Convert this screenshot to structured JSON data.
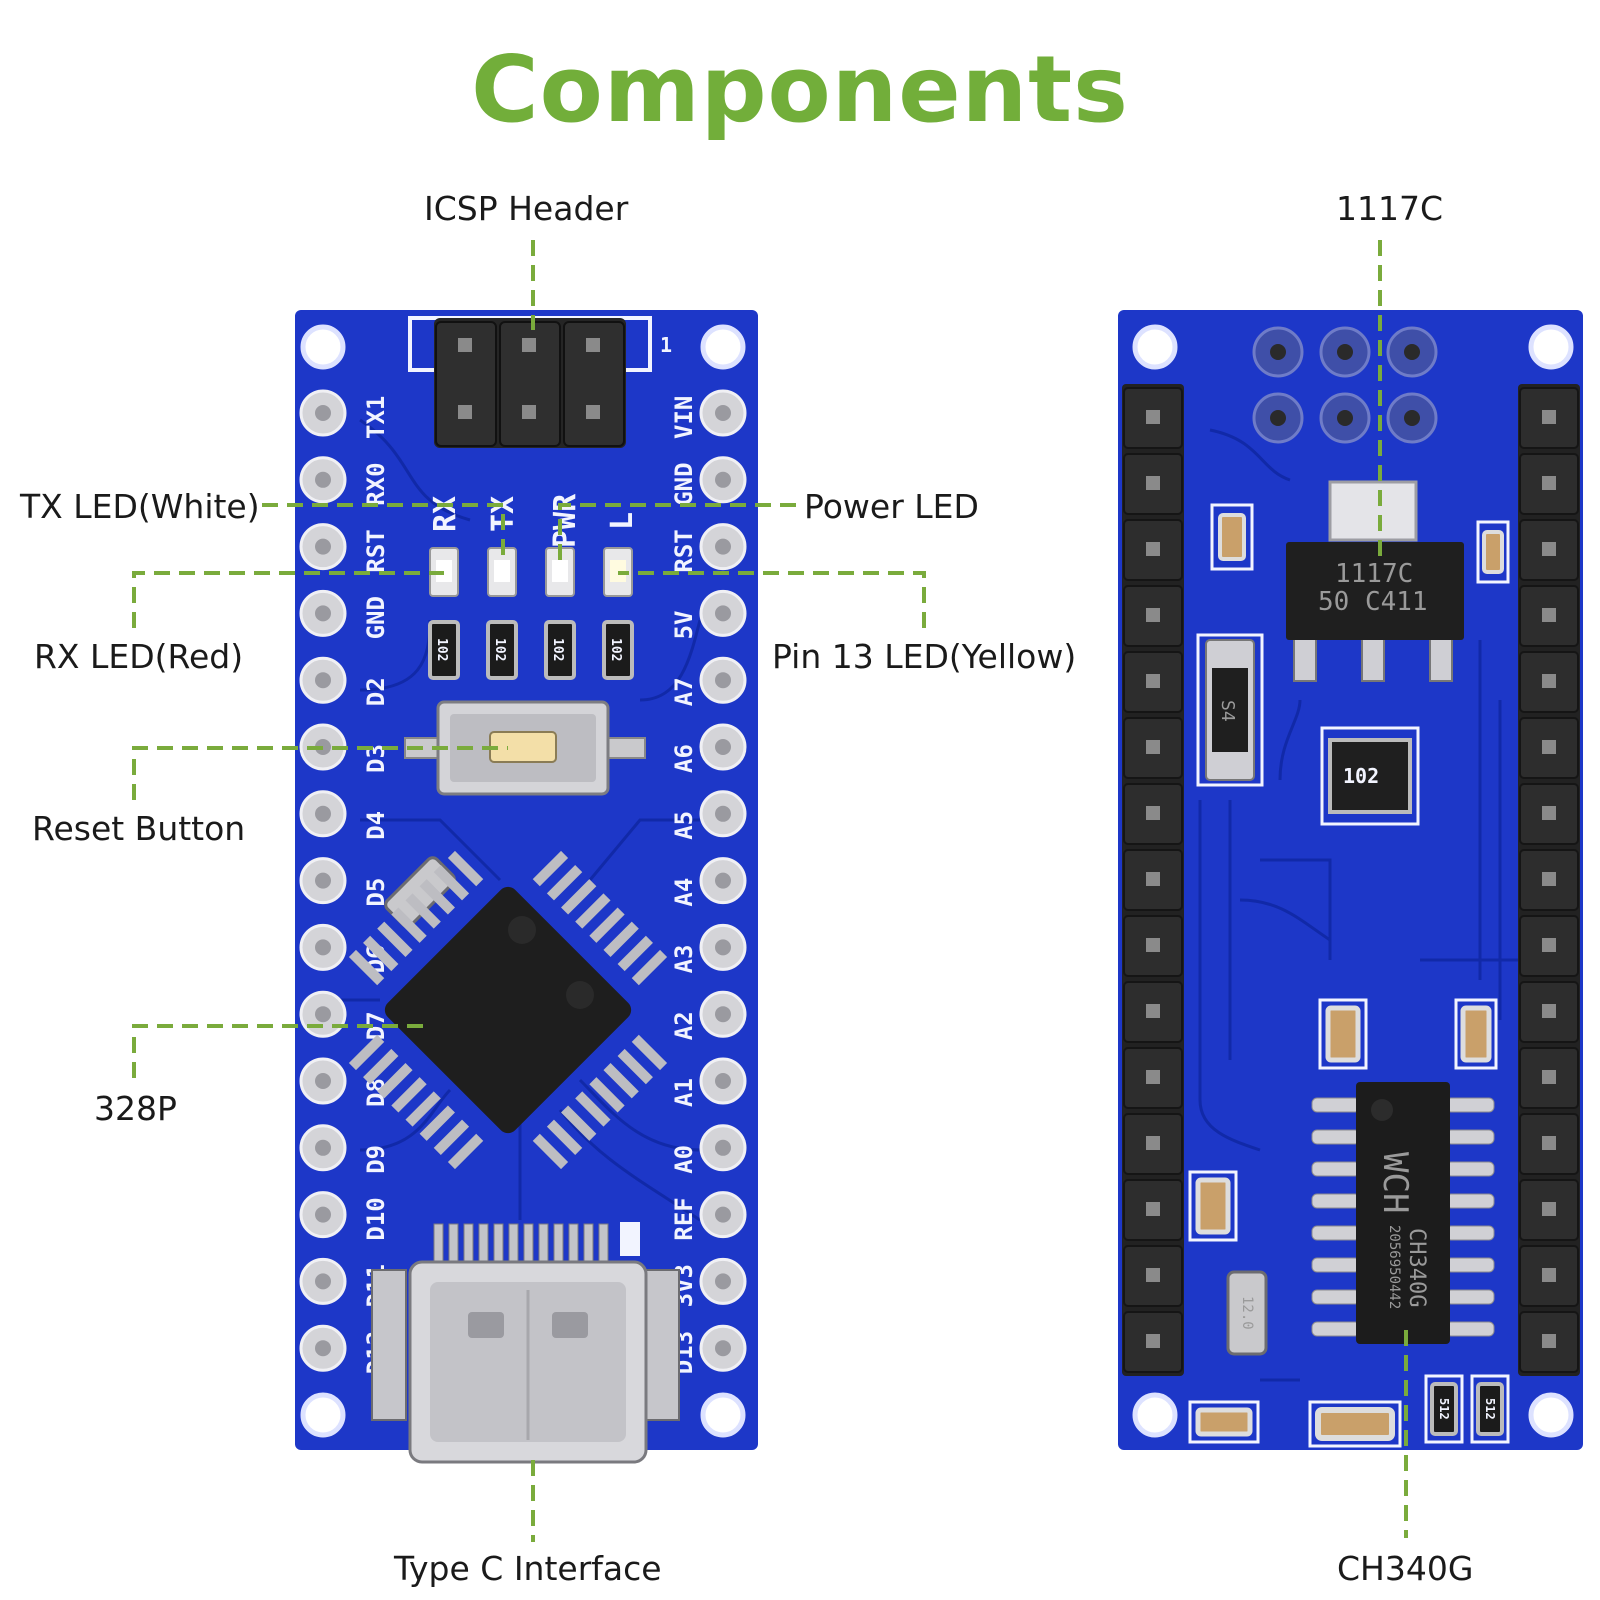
{
  "title": "Components",
  "colors": {
    "title": "#72ae3a",
    "leader": "#7aab3c",
    "pcb": "#1d37c8",
    "pcb_trace": "#1129a8",
    "chip": "#1c1c1c",
    "header": "#222222",
    "metal": "#cfcfd4"
  },
  "callouts": {
    "icsp_header": "ICSP Header",
    "tx_led": "TX LED(White)",
    "power_led": "Power LED",
    "rx_led": "RX LED(Red)",
    "pin13_led": "Pin 13 LED(Yellow)",
    "reset_button": "Reset Button",
    "mcu": "328P",
    "type_c": "Type C Interface",
    "regulator": "1117C",
    "usb_serial": "CH340G"
  },
  "front_board": {
    "left_pins": [
      "TX1",
      "RX0",
      "RST",
      "GND",
      "D2",
      "D3",
      "D4",
      "D5",
      "D6",
      "D7",
      "D8",
      "D9",
      "D10",
      "D11",
      "D12"
    ],
    "right_pins": [
      "VIN",
      "GND",
      "RST",
      "5V",
      "A7",
      "A6",
      "A5",
      "A4",
      "A3",
      "A2",
      "A1",
      "A0",
      "REF",
      "3V3",
      "D13"
    ],
    "led_labels": [
      "RX",
      "TX",
      "PWR",
      "L"
    ],
    "resistor_code": "102",
    "icsp_pin1": "1"
  },
  "back_board": {
    "regulator_marking_1": "1117C",
    "regulator_marking_2": "50 C411",
    "diode_marking": "S4",
    "array_marking": "102",
    "chip_brand": "WCH",
    "chip_name": "CH340G",
    "chip_code": "2056950442",
    "crystal_marking": "12.0",
    "resistor_code": "512"
  }
}
